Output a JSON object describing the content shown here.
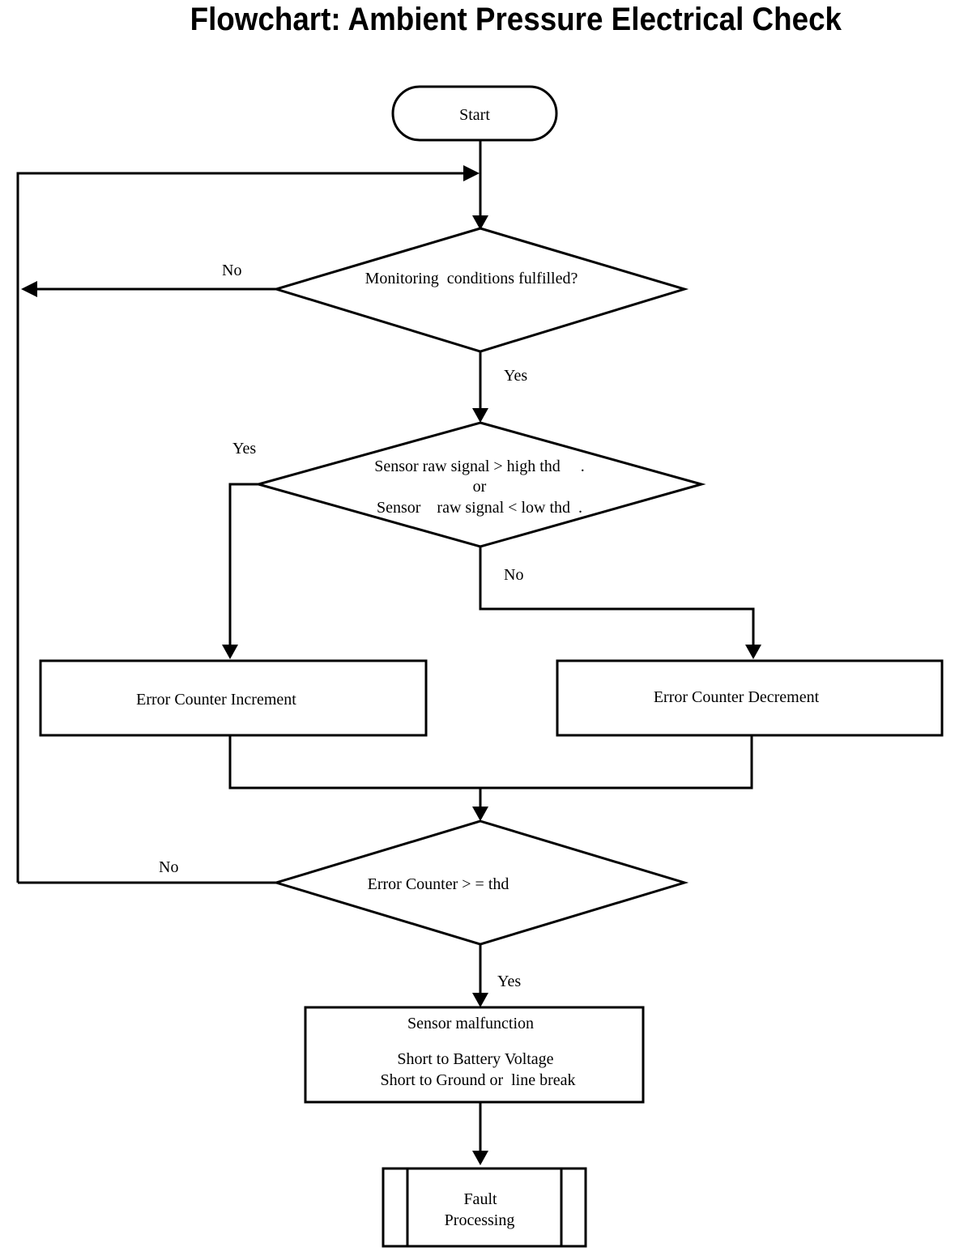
{
  "title": "Flowchart:  Ambient Pressure Electrical Check",
  "nodes": {
    "start": "Start",
    "monitoring": "Monitoring  conditions fulfilled?",
    "signal_check_line1": "Sensor raw signal > high thd     .",
    "signal_check_line2": "or",
    "signal_check_line3": "Sensor    raw signal < low thd  .",
    "increment": "Error Counter Increment",
    "decrement": "Error Counter Decrement",
    "counter_check": "Error Counter > = thd",
    "malfunction_line1": "Sensor malfunction",
    "malfunction_line2": "Short to Battery Voltage",
    "malfunction_line3": "Short to Ground or  line break",
    "fault_line1": "Fault",
    "fault_line2": "Processing"
  },
  "edge_labels": {
    "monitoring_no": "No",
    "monitoring_yes": "Yes",
    "signal_yes": "Yes",
    "signal_no": "No",
    "counter_no": "No",
    "counter_yes": "Yes"
  }
}
